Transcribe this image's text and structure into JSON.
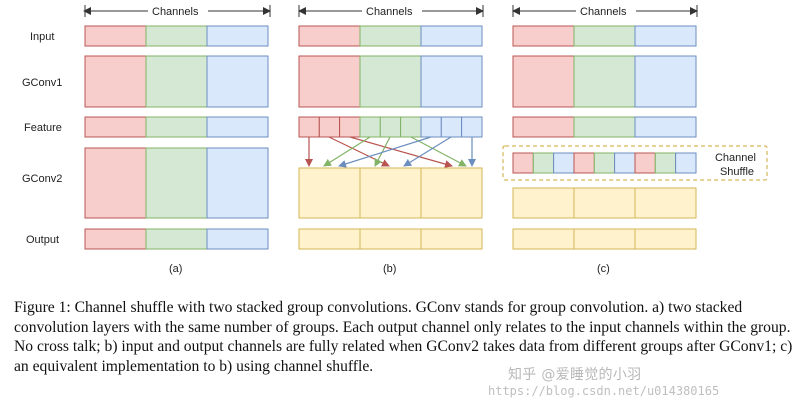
{
  "colors": {
    "red_fill": "#f8cecc",
    "red_stroke": "#b85450",
    "green_fill": "#d5e8d4",
    "green_stroke": "#82b366",
    "blue_fill": "#dae8fc",
    "blue_stroke": "#6c8ebf",
    "yellow_fill": "#fff2cc",
    "yellow_stroke": "#d6b656",
    "arrow_red": "#b85450",
    "arrow_green": "#82b366",
    "arrow_blue": "#6c8ebf",
    "axis": "#333333"
  },
  "diagram": {
    "axis_label": "Channels",
    "row_labels": [
      "Input",
      "GConv1",
      "Feature",
      "GConv2",
      "Output"
    ],
    "panel_labels": [
      "(a)",
      "(b)",
      "(c)"
    ],
    "channel_shuffle_label": "Channel\nShuffle"
  },
  "caption": "Figure 1: Channel shuffle with two stacked group convolutions. GConv stands for group convolution. a) two stacked convolution layers with the same number of groups. Each output channel only relates to the input channels within the group. No cross talk; b) input and output channels are fully related when GConv2 takes data from different groups after GConv1; c) an equivalent implementation to b) using channel shuffle.",
  "watermark": {
    "text": "知乎 @爱睡觉的小羽",
    "url": "https://blog.csdn.net/u014380165"
  }
}
